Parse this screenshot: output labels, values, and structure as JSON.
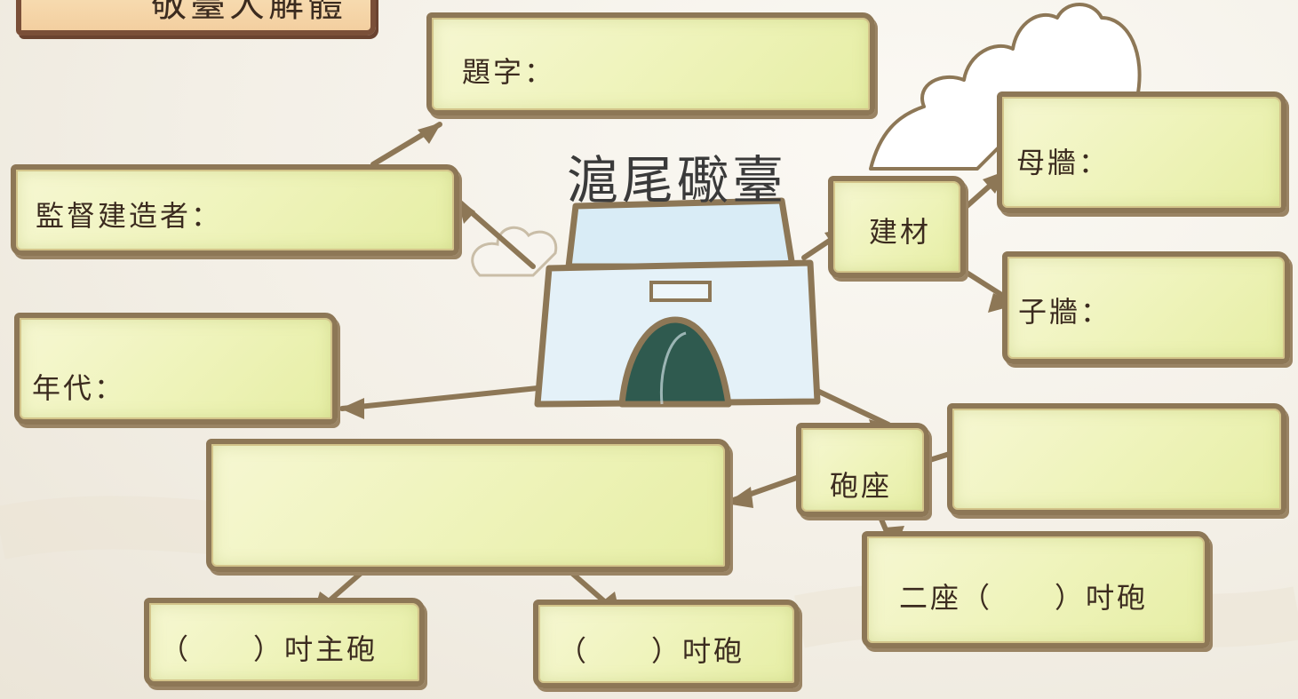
{
  "header": {
    "text": "敬臺大解體"
  },
  "title": "滬尾礮臺",
  "boxes": {
    "inscription": "題字：",
    "supervisor": "監督建造者：",
    "era": "年代：",
    "materials": "建材",
    "outer_wall": "母牆：",
    "inner_wall": "子牆：",
    "emplacement": "砲座",
    "two_guns": "二座（　　）吋砲",
    "main_gun": "（　　）吋主砲",
    "gun": "（　　）吋砲"
  },
  "colors": {
    "box_fill": "#eef3b9",
    "box_border": "#8d7756",
    "header_fill": "#f3cfa0",
    "fort_fill": "#e4f1f8",
    "gate_fill": "#2f5a4f"
  }
}
